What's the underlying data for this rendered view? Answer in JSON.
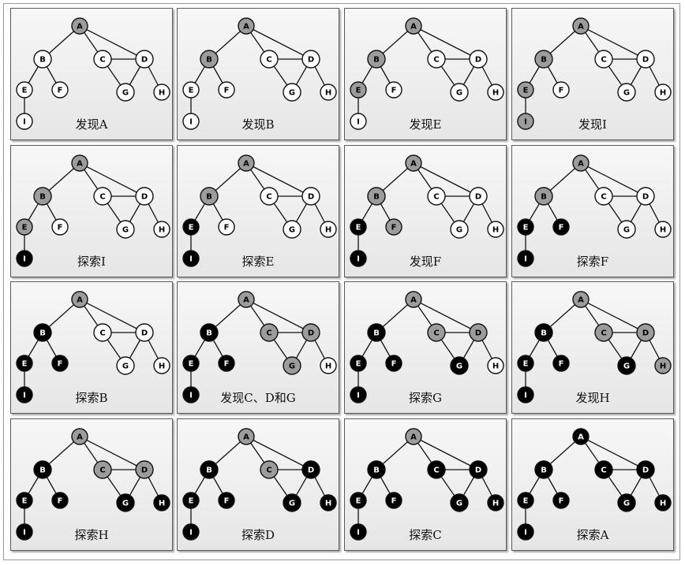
{
  "nodes": [
    "A",
    "B",
    "C",
    "D",
    "E",
    "F",
    "G",
    "H",
    "I"
  ],
  "edges": [
    [
      "A",
      "B"
    ],
    [
      "A",
      "C"
    ],
    [
      "A",
      "D"
    ],
    [
      "B",
      "E"
    ],
    [
      "B",
      "F"
    ],
    [
      "C",
      "D"
    ],
    [
      "C",
      "G"
    ],
    [
      "D",
      "G"
    ],
    [
      "D",
      "H"
    ],
    [
      "E",
      "I"
    ]
  ],
  "colors": {
    "white": "#ffffff",
    "gray": "#9c9c9c",
    "black": "#000000"
  },
  "panels": [
    {
      "caption": "发现A",
      "states": {
        "A": "gray"
      }
    },
    {
      "caption": "发现B",
      "states": {
        "A": "gray",
        "B": "gray"
      }
    },
    {
      "caption": "发现E",
      "states": {
        "A": "gray",
        "B": "gray",
        "E": "gray"
      }
    },
    {
      "caption": "发现I",
      "states": {
        "A": "gray",
        "B": "gray",
        "E": "gray",
        "I": "gray"
      }
    },
    {
      "caption": "探索I",
      "states": {
        "A": "gray",
        "B": "gray",
        "E": "gray",
        "I": "black"
      }
    },
    {
      "caption": "探索E",
      "states": {
        "A": "gray",
        "B": "gray",
        "E": "black",
        "I": "black"
      }
    },
    {
      "caption": "发现F",
      "states": {
        "A": "gray",
        "B": "gray",
        "E": "black",
        "I": "black",
        "F": "gray"
      }
    },
    {
      "caption": "探索F",
      "states": {
        "A": "gray",
        "B": "gray",
        "E": "black",
        "I": "black",
        "F": "black"
      }
    },
    {
      "caption": "探索B",
      "states": {
        "A": "gray",
        "B": "black",
        "E": "black",
        "I": "black",
        "F": "black"
      }
    },
    {
      "caption": "发现C、D和G",
      "states": {
        "A": "gray",
        "B": "black",
        "E": "black",
        "I": "black",
        "F": "black",
        "C": "gray",
        "D": "gray",
        "G": "gray"
      }
    },
    {
      "caption": "探索G",
      "states": {
        "A": "gray",
        "B": "black",
        "E": "black",
        "I": "black",
        "F": "black",
        "C": "gray",
        "D": "gray",
        "G": "black"
      }
    },
    {
      "caption": "发现H",
      "states": {
        "A": "gray",
        "B": "black",
        "E": "black",
        "I": "black",
        "F": "black",
        "C": "gray",
        "D": "gray",
        "G": "black",
        "H": "gray"
      }
    },
    {
      "caption": "探索H",
      "states": {
        "A": "gray",
        "B": "black",
        "E": "black",
        "I": "black",
        "F": "black",
        "C": "gray",
        "D": "gray",
        "G": "black",
        "H": "black"
      }
    },
    {
      "caption": "探索D",
      "states": {
        "A": "gray",
        "B": "black",
        "E": "black",
        "I": "black",
        "F": "black",
        "C": "gray",
        "D": "black",
        "G": "black",
        "H": "black"
      }
    },
    {
      "caption": "探索C",
      "states": {
        "A": "gray",
        "B": "black",
        "E": "black",
        "I": "black",
        "F": "black",
        "C": "black",
        "D": "black",
        "G": "black",
        "H": "black"
      }
    },
    {
      "caption": "探索A",
      "states": {
        "A": "black",
        "B": "black",
        "E": "black",
        "I": "black",
        "F": "black",
        "C": "black",
        "D": "black",
        "G": "black",
        "H": "black"
      }
    }
  ]
}
